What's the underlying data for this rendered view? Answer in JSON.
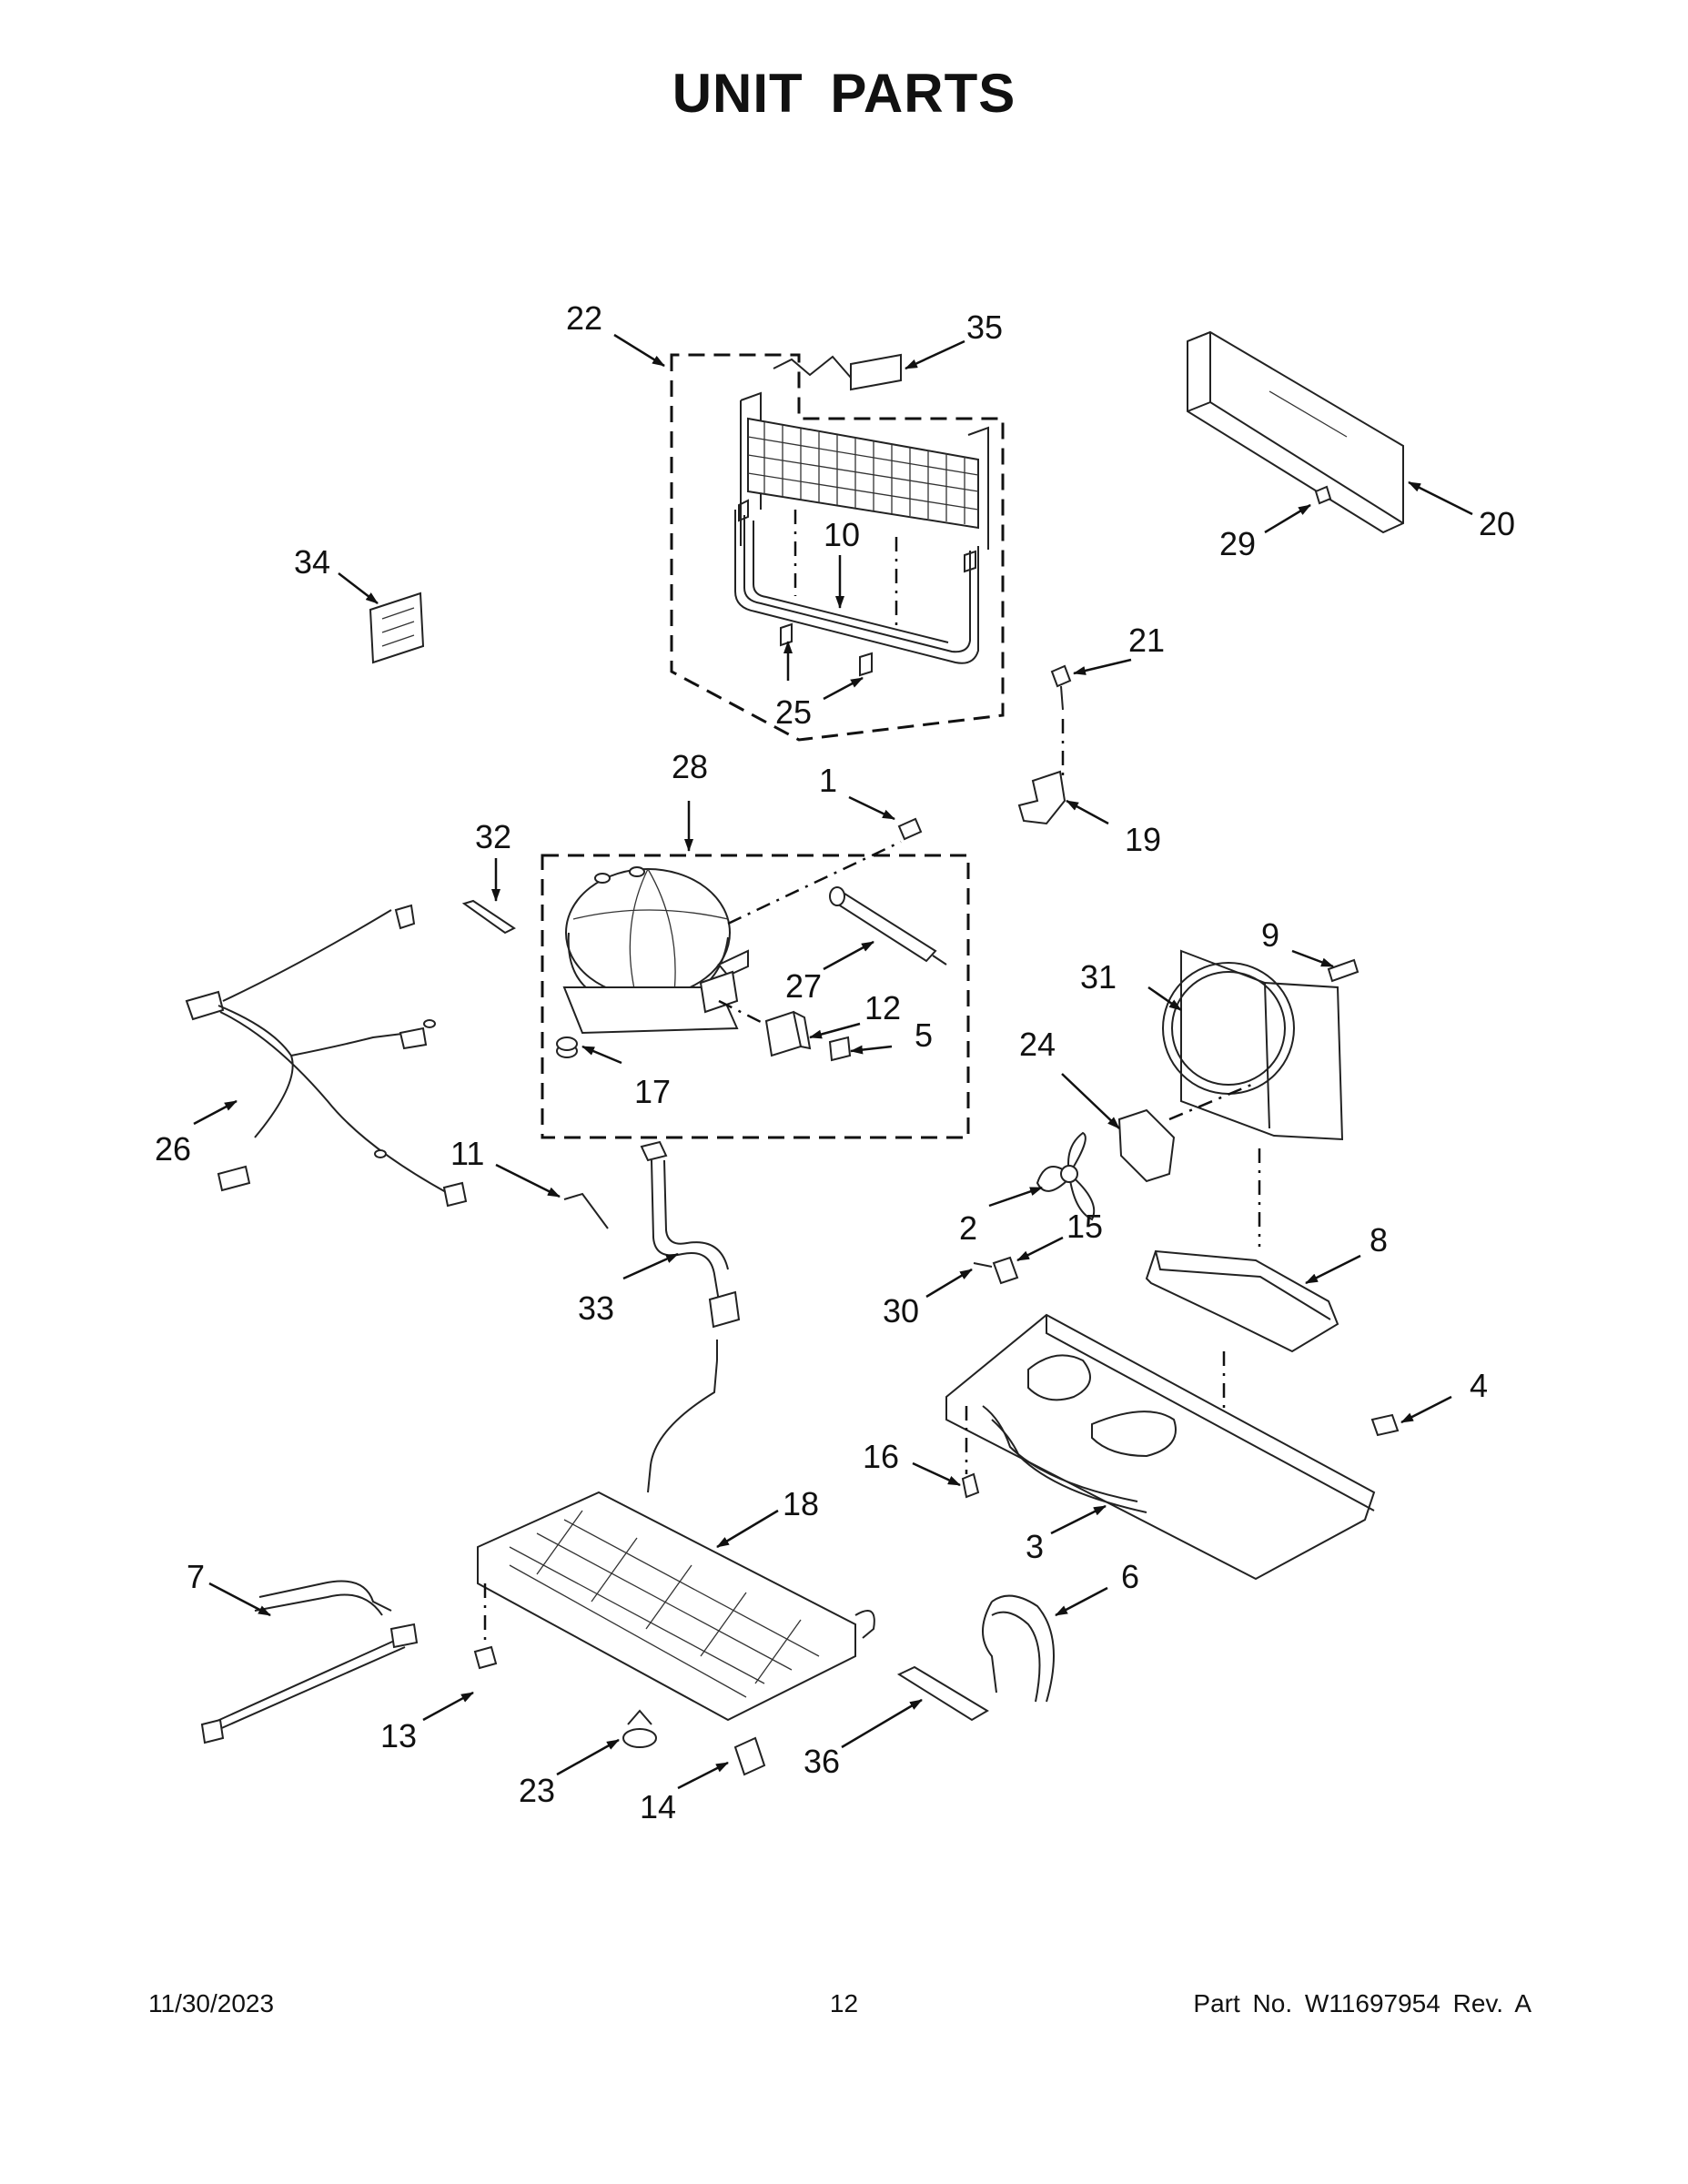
{
  "title": "UNIT PARTS",
  "callouts": {
    "c1": "1",
    "c2": "2",
    "c3": "3",
    "c4": "4",
    "c5": "5",
    "c6": "6",
    "c7": "7",
    "c8": "8",
    "c9": "9",
    "c10": "10",
    "c11": "11",
    "c12": "12",
    "c13": "13",
    "c14": "14",
    "c15": "15",
    "c16": "16",
    "c17": "17",
    "c18": "18",
    "c19": "19",
    "c20": "20",
    "c21": "21",
    "c22": "22",
    "c23": "23",
    "c24": "24",
    "c25": "25",
    "c26": "26",
    "c27": "27",
    "c28": "28",
    "c29": "29",
    "c30": "30",
    "c31": "31",
    "c32": "32",
    "c33": "33",
    "c34": "34",
    "c35": "35",
    "c36": "36"
  },
  "footer": {
    "date": "11/30/2023",
    "page": "12",
    "part_no": "Part No.  W11697954  Rev.  A"
  }
}
